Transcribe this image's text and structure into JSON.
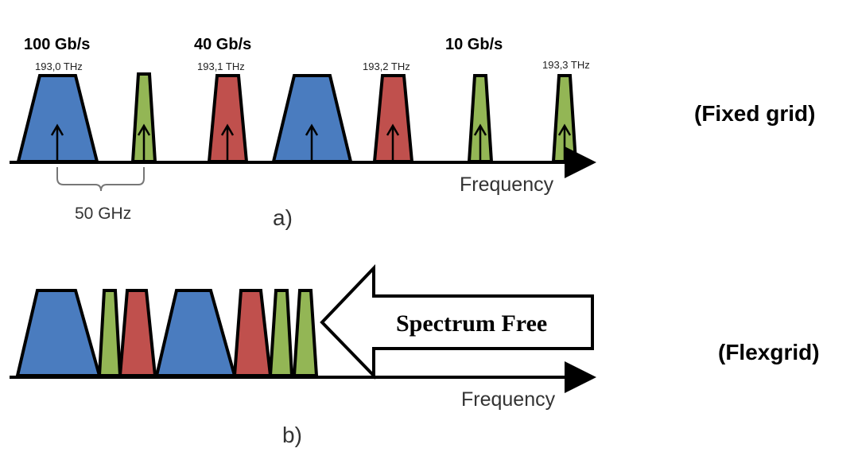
{
  "colors": {
    "blue": "#4a7cbf",
    "red": "#c0504d",
    "green": "#93b655",
    "stroke": "#000000"
  },
  "panel_a": {
    "rates": [
      "100 Gb/s",
      "40 Gb/s",
      "10 Gb/s"
    ],
    "frequencies": [
      "193,0 THz",
      "193,1 THz",
      "193,2 THz",
      "193,3 THz"
    ],
    "axis_label": "Frequency",
    "spacing_label": "50 GHz",
    "panel_label": "a)",
    "grid_label": "(Fixed grid)"
  },
  "panel_b": {
    "axis_label": "Frequency",
    "panel_label": "b)",
    "free_label": "Spectrum Free",
    "grid_label": "(Flexgrid)"
  }
}
